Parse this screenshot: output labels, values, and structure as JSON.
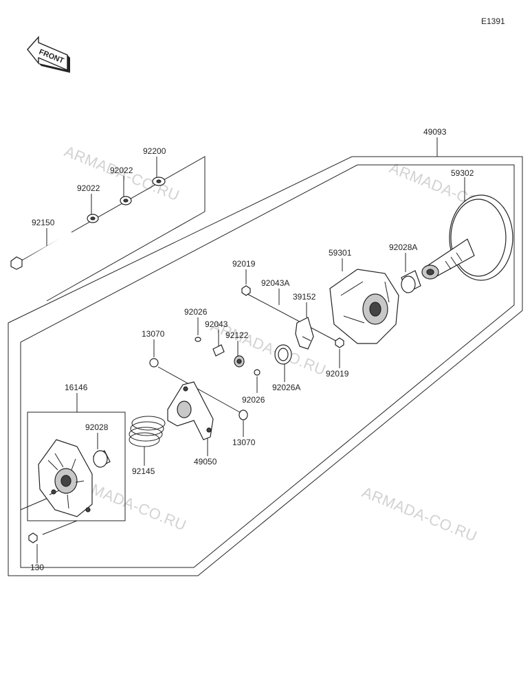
{
  "diagram_code": "E1391",
  "front_arrow_label": "FRONT",
  "watermark": "ARMADA-CO.RU",
  "colors": {
    "line": "#222222",
    "watermark": "#d2d2d2",
    "part_fill": "#c8c8c8"
  },
  "labels": {
    "p49093": "49093",
    "p59302": "59302",
    "p92200": "92200",
    "p92022a": "92022",
    "p92022b": "92022",
    "p92150": "92150",
    "p59301": "59301",
    "p92028A": "92028A",
    "p92019a": "92019",
    "p92043A": "92043A",
    "p39152": "39152",
    "p92026a": "92026",
    "p92043": "92043",
    "p92122": "92122",
    "p13070a": "13070",
    "p92026A": "92026A",
    "p92019b": "92019",
    "p92026b": "92026",
    "p16146": "16146",
    "p92028": "92028",
    "p13070b": "13070",
    "p92145": "92145",
    "p49050": "49050",
    "p130": "130"
  }
}
